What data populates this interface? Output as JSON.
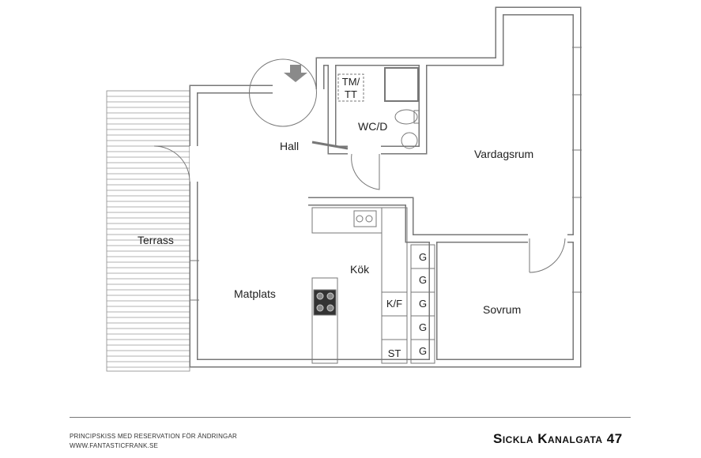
{
  "rooms": {
    "terrass": "Terrass",
    "hall": "Hall",
    "wcd": "WC/D",
    "tmtt_line1": "TM/",
    "tmtt_line2": "TT",
    "vardagsrum": "Vardagsrum",
    "kok": "Kök",
    "matplats": "Matplats",
    "sovrum": "Sovrum"
  },
  "fixtures": {
    "kf": "K/F",
    "st": "ST",
    "g": [
      "G",
      "G",
      "G",
      "G",
      "G"
    ]
  },
  "footer": {
    "disclaimer": "PRINCIPSKISS MED RESERVATION FÖR ÄNDRINGAR",
    "website": "WWW.FANTASTICFRANK.SE",
    "address": "Sickla Kanalgata 47"
  },
  "colors": {
    "wall": "#777777",
    "entry_arrow": "#8a8a8a"
  }
}
